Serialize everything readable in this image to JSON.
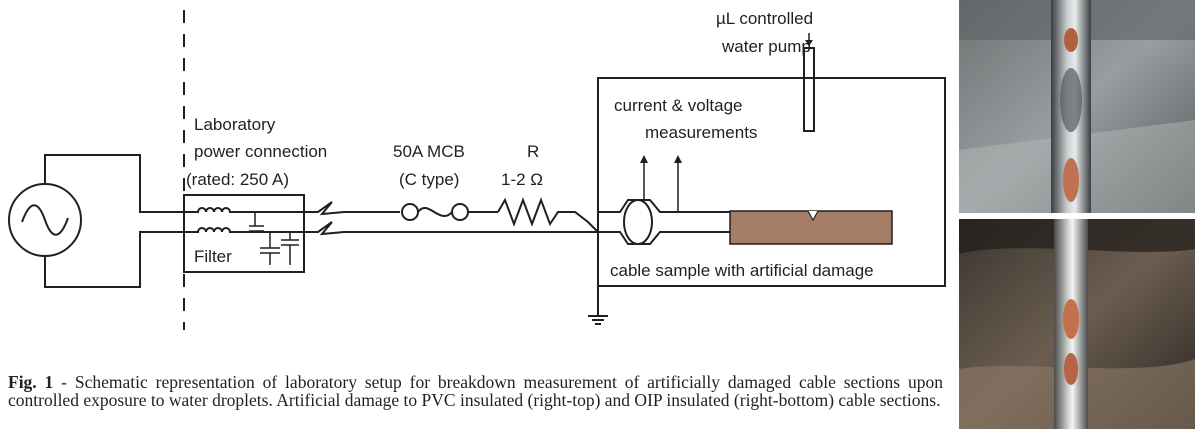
{
  "labels": {
    "lab_power_1": "Laboratory",
    "lab_power_2": "power connection",
    "lab_power_3": "(rated: 250 A)",
    "filter": "Filter",
    "mcb_1": "50A MCB",
    "mcb_2": "(C type)",
    "r_1": "R",
    "r_2": "1-2 Ω",
    "pump_1": "µL controlled",
    "pump_2": "water pump",
    "meas_1": "current & voltage",
    "meas_2": "measurements",
    "sample": "cable sample with artificial damage"
  },
  "caption": {
    "fig": "Fig. 1",
    "text": " - Schematic representation of laboratory setup for breakdown measurement of artificially damaged cable sections upon controlled exposure to water droplets. Artificial damage to PVC insulated (right-top) and OIP insulated (right-bottom) cable sections."
  },
  "colors": {
    "ink": "#231f20",
    "cable_sample": "#a57c65"
  }
}
